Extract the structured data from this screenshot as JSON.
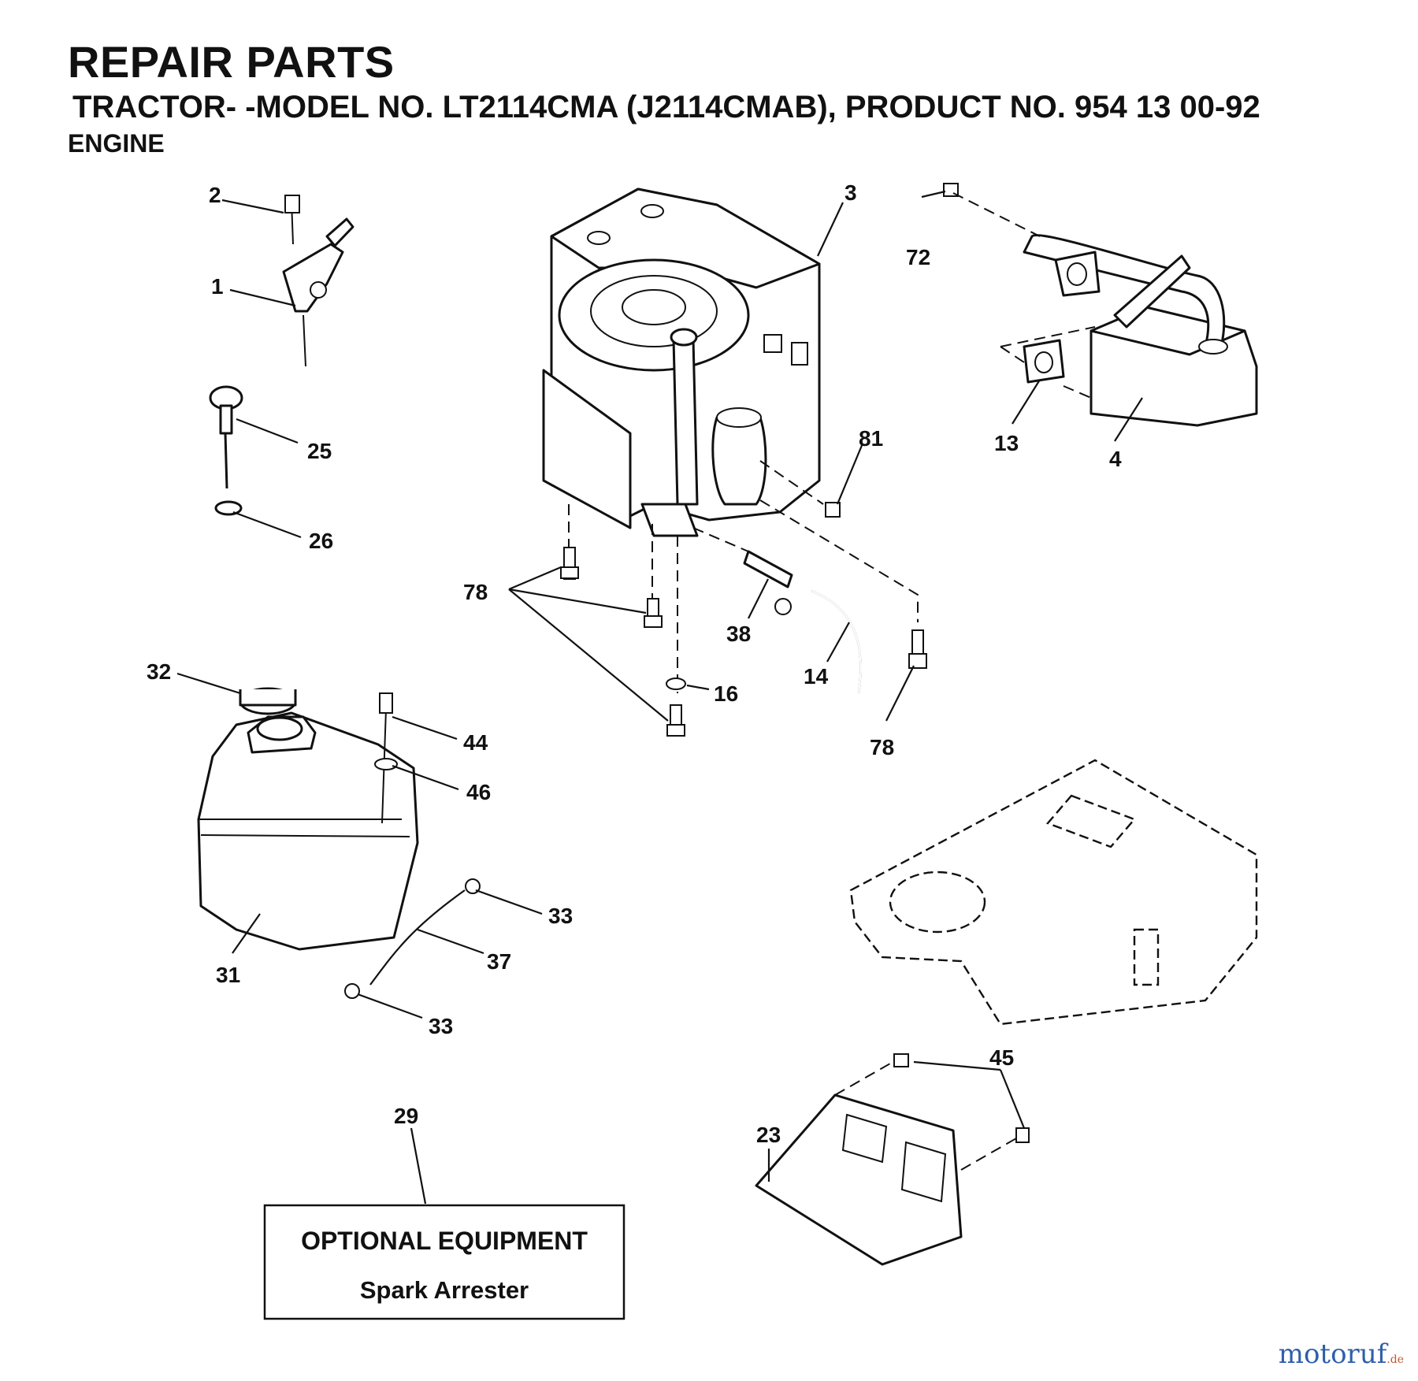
{
  "header": {
    "title": "REPAIR PARTS",
    "subtitle": "TRACTOR- -MODEL NO. LT2114CMA (J2114CMAB), PRODUCT NO. 954 13 00-92",
    "section": "ENGINE"
  },
  "callouts": {
    "c1": "1",
    "c2": "2",
    "c3": "3",
    "c4": "4",
    "c13": "13",
    "c14": "14",
    "c16": "16",
    "c23": "23",
    "c25": "25",
    "c26": "26",
    "c29": "29",
    "c31": "31",
    "c32": "32",
    "c33a": "33",
    "c33b": "33",
    "c37": "37",
    "c38": "38",
    "c44": "44",
    "c45": "45",
    "c46": "46",
    "c72": "72",
    "c78a": "78",
    "c78b": "78",
    "c81": "81"
  },
  "optional_box": {
    "heading": "OPTIONAL EQUIPMENT",
    "item": "Spark Arrester"
  },
  "watermark": {
    "name": "motoruf",
    "suffix": ".de"
  }
}
